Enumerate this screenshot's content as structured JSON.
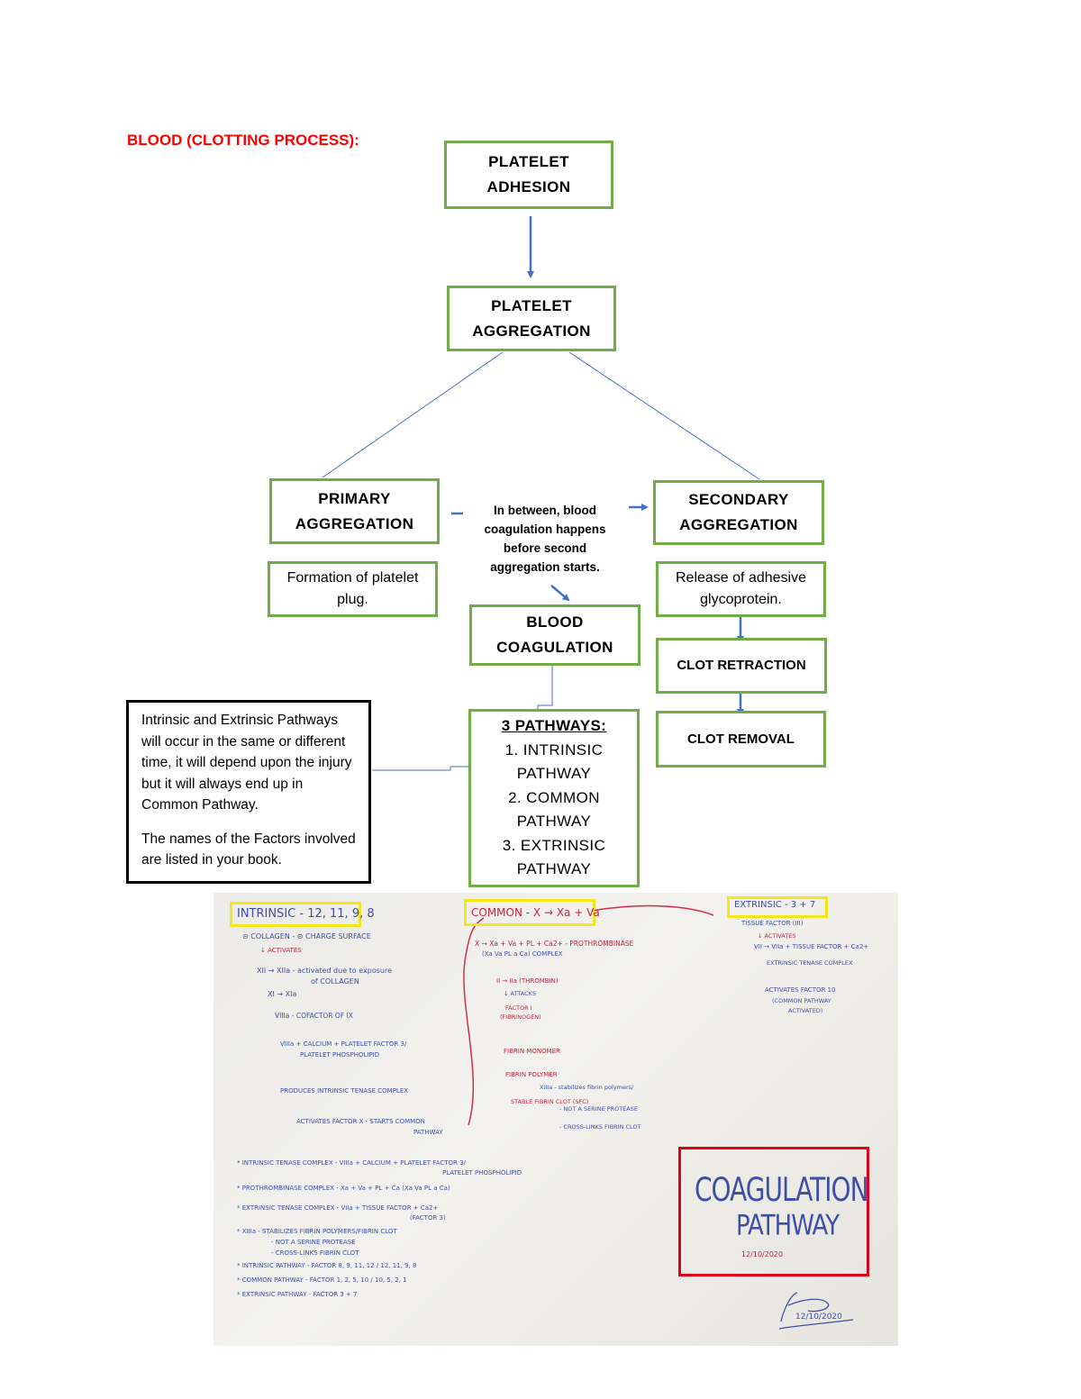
{
  "title": "BLOOD (CLOTTING PROCESS):",
  "boxes": {
    "platelet_adhesion": [
      "PLATELET",
      "ADHESION"
    ],
    "platelet_aggregation": [
      "PLATELET",
      "AGGREGATION"
    ],
    "primary_aggregation": [
      "PRIMARY",
      "AGGREGATION"
    ],
    "secondary_aggregation": [
      "SECONDARY",
      "AGGREGATION"
    ],
    "primary_desc": [
      "Formation of platelet",
      "plug."
    ],
    "secondary_desc": [
      "Release of adhesive",
      "glycoprotein."
    ],
    "blood_coagulation": [
      "BLOOD",
      "COAGULATION"
    ],
    "clot_retraction": "CLOT RETRACTION",
    "clot_removal": "CLOT REMOVAL",
    "pathways": [
      "3 PATHWAYS:",
      "1. INTRINSIC",
      "PATHWAY",
      "2. COMMON",
      "PATHWAY",
      "3. EXTRINSIC",
      "PATHWAY"
    ]
  },
  "between_text": [
    "In between, blood",
    "coagulation happens",
    "before second",
    "aggregation starts."
  ],
  "note": [
    "Intrinsic and Extrinsic Pathways will occur in the same or different time, it will depend upon the injury but it will always end up in Common Pathway.",
    "The names of the Factors involved are listed in your book."
  ],
  "photo": {
    "intrinsic_head": "INTRINSIC - 12, 11, 9, 8",
    "common_head": "COMMON - X → Xa + Va",
    "extrinsic_head": "EXTRINSIC - 3 + 7",
    "intrinsic_lines": [
      "⊝ COLLAGEN - ⊝ CHARGE SURFACE",
      "↓ ACTIVATES",
      "XII → XIIa - activated due to exposure",
      "of COLLAGEN",
      "XI → XIa",
      "VIIIa - COFACTOR OF IX",
      "VIIIa + CALCIUM + PLATELET FACTOR 3/",
      "PLATELET PHOSPHOLIPID",
      "PRODUCES INTRINSIC TENASE COMPLEX",
      "ACTIVATES FACTOR X - STARTS COMMON",
      "PATHWAY"
    ],
    "common_lines": [
      "X → Xa + Va + PL + Ca2+ - PROTHROMBINASE",
      "(Xa Va PL a Ca)  COMPLEX",
      "II → IIa (THROMBIN)",
      "↓ ATTACKS",
      "FACTOR I",
      "(FIBRINOGEN)",
      "FIBRIN MONOMER",
      "FIBRIN POLYMER",
      "XIIIa - stabilizes fibrin polymers/",
      "STABLE FIBRIN CLOT (SFC)",
      "- NOT A SERINE PROTEASE",
      "- CROSS-LINKS FIBRIN CLOT"
    ],
    "extrinsic_lines": [
      "TISSUE FACTOR (III)",
      "↓ ACTIVATES",
      "VII → VIIa + TISSUE FACTOR + Ca2+",
      "EXTRINSIC TENASE COMPLEX",
      "ACTIVATES FACTOR 10",
      "(COMMON PATHWAY",
      "ACTIVATED)"
    ],
    "footnotes": [
      "* INTRINSIC TENASE COMPLEX - VIIIa + CALCIUM + PLATELET FACTOR 3/",
      "PLATELET PHOSPHOLIPID",
      "* PROTHROMBINASE COMPLEX - Xa + Va + PL + Ca (Xa Va PL a Ca)",
      "* EXTRINSIC TENASE COMPLEX - VIIa + TISSUE FACTOR + Ca2+",
      "(FACTOR 3)",
      "* XIIIa - STABILIZES FIBRIN POLYMERS/FIBRIN CLOT",
      "- NOT A SERINE PROTEASE",
      "- CROSS-LINKS FIBRIN CLOT",
      "* INTRINSIC PATHWAY - FACTOR 8, 9, 11, 12 / 12, 11, 9, 8",
      "* COMMON PATHWAY - FACTOR 1, 2, 5, 10 / 10, 5, 2, 1",
      "* EXTRINSIC PATHWAY - FACTOR 3 + 7"
    ],
    "stamp_title": [
      "COAGULATION",
      "PATHWAY"
    ],
    "stamp_date": "12/10/2020",
    "signature_date": "12/10/2020"
  }
}
